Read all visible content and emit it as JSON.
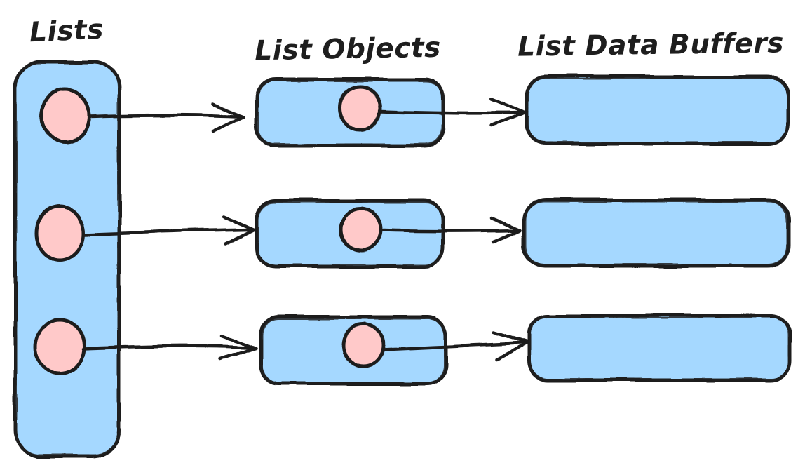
{
  "diagram": {
    "columns": [
      {
        "id": "lists",
        "label": "Lists"
      },
      {
        "id": "list-objects",
        "label": "List Objects"
      },
      {
        "id": "list-data-buffers",
        "label": "List Data Buffers"
      }
    ],
    "structure": {
      "list_slots": 3,
      "list_objects": 3,
      "data_buffers": 3,
      "links": [
        "list-slot-1 → list-object-1 → data-buffer-1",
        "list-slot-2 → list-object-2 → data-buffer-2",
        "list-slot-3 → list-object-3 → data-buffer-3"
      ]
    }
  },
  "colors": {
    "container_fill": "#a5d8ff",
    "pointer_fill": "#ffc9c9",
    "stroke": "#1e1e1e",
    "background": "#ffffff"
  }
}
